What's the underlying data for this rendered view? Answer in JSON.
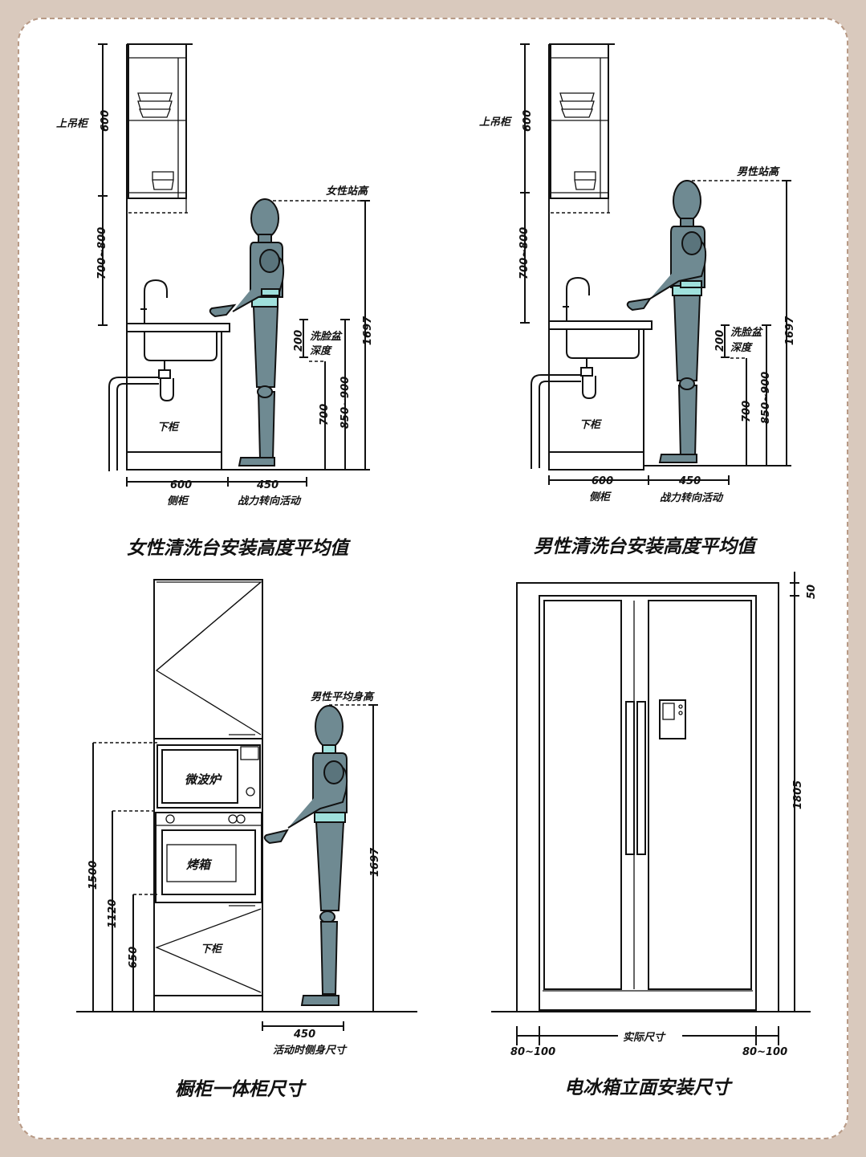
{
  "colors": {
    "background": "#d9c9bd",
    "card": "#ffffff",
    "border": "#b89a86",
    "figure": "#6f8a92",
    "figure_dark": "#4f6a72",
    "accent": "#9fe0dc"
  },
  "panels": [
    {
      "id": "female",
      "title": "女性清洗台安装高度平均值",
      "labels": {
        "upper": "上吊柜",
        "upper_h": "600",
        "gap_h": "700~800",
        "person": "女性站高",
        "person_h": "1697",
        "basin": "洗脸盆",
        "basin2": "深度",
        "basin_h": "200",
        "counter_h": "700",
        "counter_range": "850~900",
        "lower": "下柜",
        "width": "600",
        "width_label": "侧柜",
        "space": "450",
        "space_label": "战力转向活动"
      }
    },
    {
      "id": "male",
      "title": "男性清洗台安装高度平均值",
      "labels": {
        "upper": "上吊柜",
        "upper_h": "600",
        "gap_h": "700~800",
        "person": "男性站高",
        "person_h": "1697",
        "basin": "洗脸盆",
        "basin2": "深度",
        "basin_h": "200",
        "counter_h": "700",
        "counter_range": "850~900",
        "lower": "下柜",
        "width": "600",
        "width_label": "侧柜",
        "space": "450",
        "space_label": "战力转向活动"
      }
    },
    {
      "id": "tall",
      "title": "橱柜一体柜尺寸",
      "labels": {
        "person": "男性平均身高",
        "person_h": "1697",
        "microwave": "微波炉",
        "oven": "烤箱",
        "lower": "下柜",
        "h1500": "1500",
        "h1120": "1120",
        "h650": "650",
        "space": "450",
        "space_label": "活动时侧身尺寸"
      }
    },
    {
      "id": "fridge",
      "title": "电冰箱立面安装尺寸",
      "labels": {
        "top_gap": "50",
        "height": "1805",
        "actual": "实际尺寸",
        "side_left": "80~100",
        "side_right": "80~100"
      }
    }
  ]
}
